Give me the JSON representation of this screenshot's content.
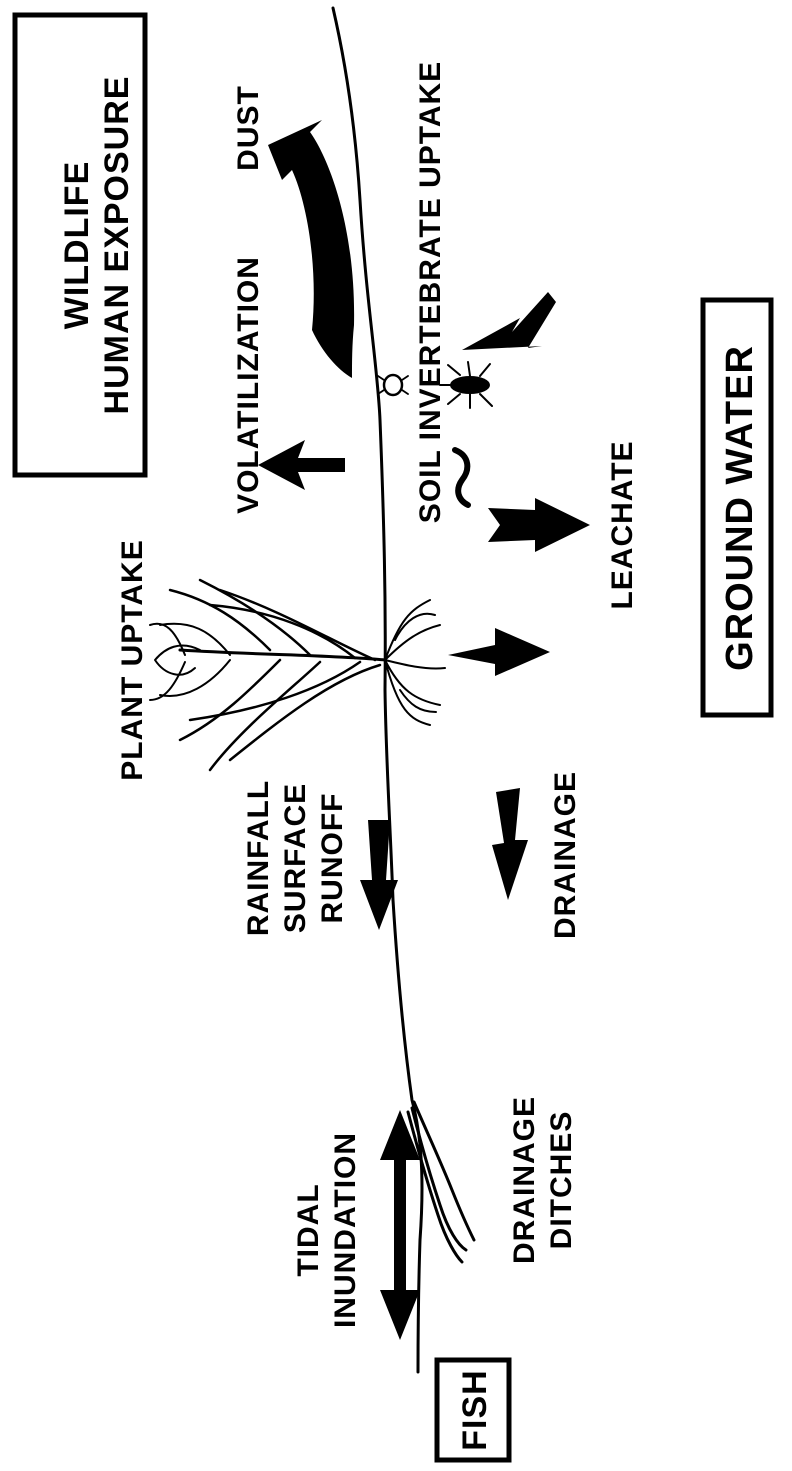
{
  "boxes": {
    "wildlife_line1": "WILDLIFE",
    "wildlife_line2": "HUMAN EXPOSURE",
    "ground_water": "GROUND WATER",
    "fish": "FISH"
  },
  "labels": {
    "dust": "DUST",
    "volatilization": "VOLATILIZATION",
    "soil_invertebrate_uptake": "SOIL INVERTEBRATE UPTAKE",
    "leachate": "LEACHATE",
    "plant_uptake": "PLANT UPTAKE",
    "rainfall": "RAINFALL",
    "surface": "SURFACE",
    "runoff": "RUNOFF",
    "drainage": "DRAINAGE",
    "drainage_ditches_1": "DRAINAGE",
    "drainage_ditches_2": "DITCHES",
    "tidal": "TIDAL",
    "inundation": "INUNDATION"
  },
  "colors": {
    "ink": "#000000",
    "background": "#ffffff"
  }
}
